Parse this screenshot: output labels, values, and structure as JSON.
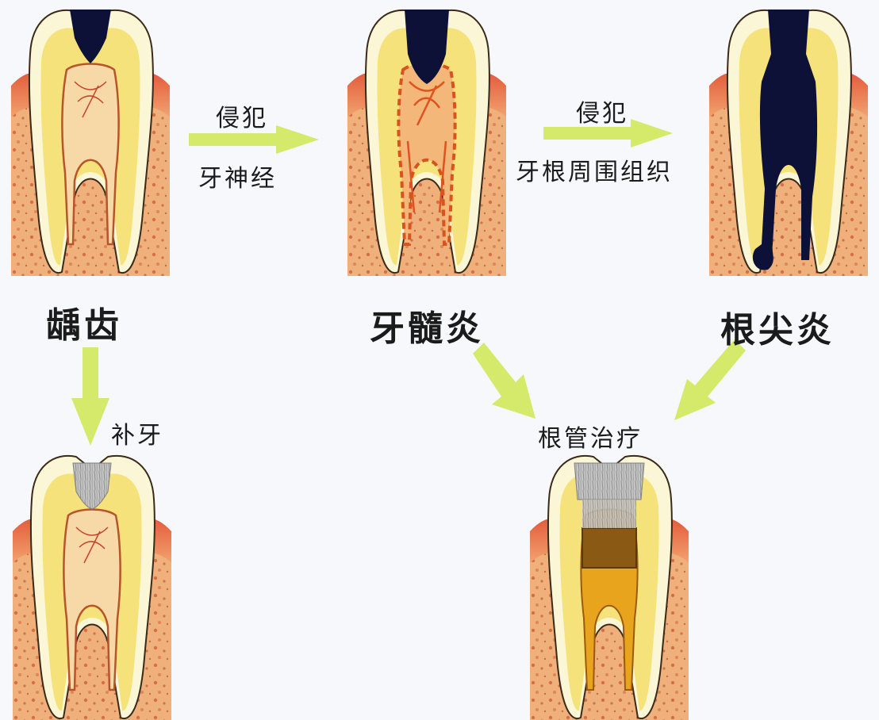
{
  "stages": {
    "caries": "龋齿",
    "pulpitis": "牙髓炎",
    "periapical": "根尖炎"
  },
  "arrows": {
    "a1_top": "侵犯",
    "a1_bottom": "牙神经",
    "a2_top": "侵犯",
    "a2_bottom": "牙根周围组织"
  },
  "treatments": {
    "filling": "补牙",
    "root_canal": "根管治疗"
  },
  "colors": {
    "arrow": "#d5e96b",
    "dentin": "#f6e27a",
    "gum": "#f2a36e",
    "decay": "#0d1138",
    "filling": "#b9b9b9"
  }
}
